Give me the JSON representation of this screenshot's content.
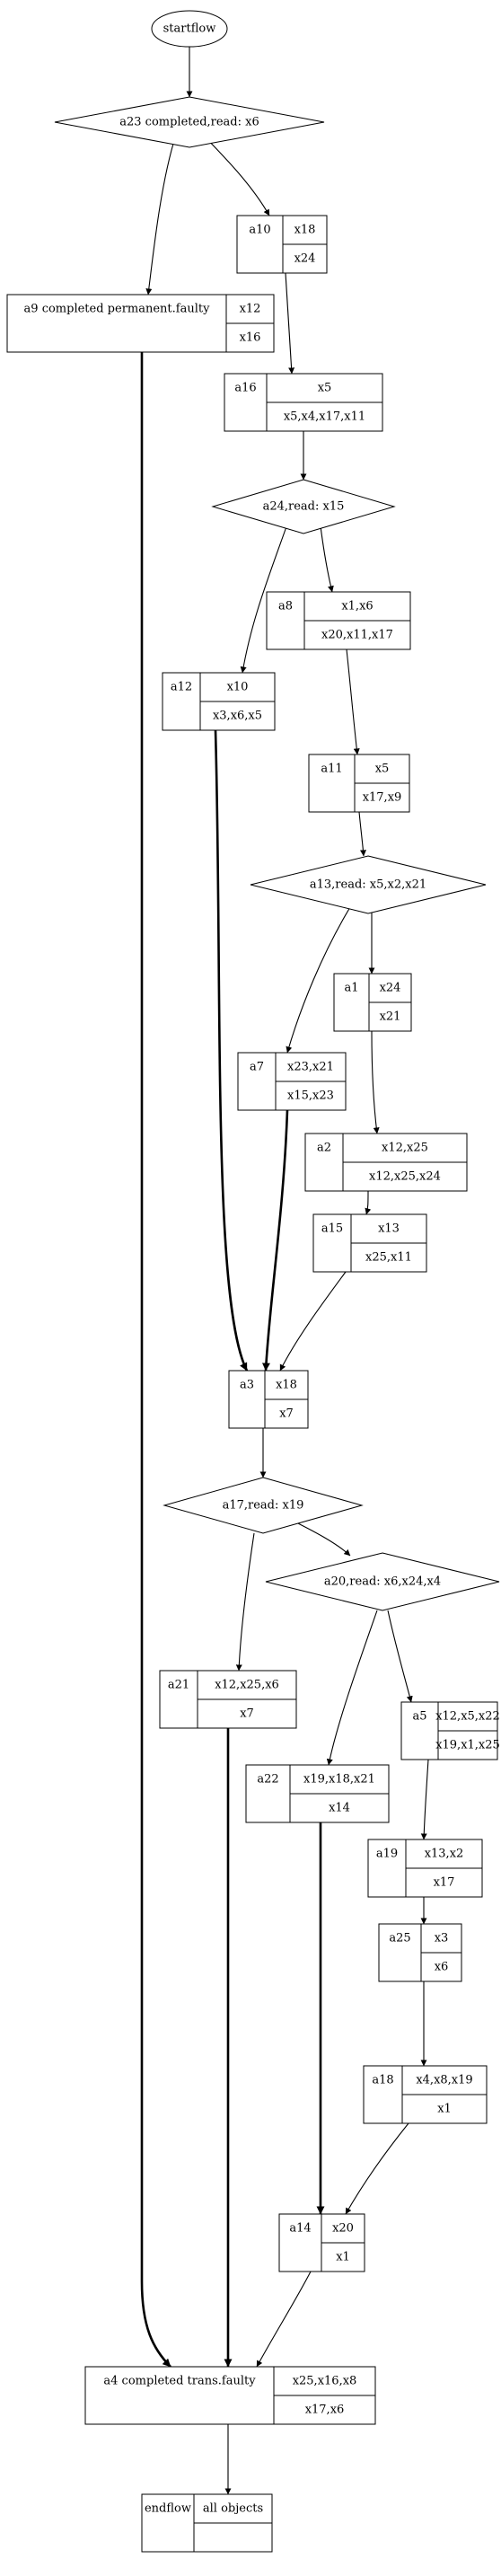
{
  "nodes": {
    "start": {
      "label": "startflow"
    },
    "d1": {
      "label": "a23 completed,read: x6"
    },
    "a10": {
      "name": "a10",
      "top": "x18",
      "bottom": "x24"
    },
    "a9": {
      "name": "a9 completed permanent.faulty",
      "top": "x12",
      "bottom": "x16"
    },
    "a16": {
      "name": "a16",
      "top": "x5",
      "bottom": "x5,x4,x17,x11"
    },
    "d2": {
      "label": "a24,read: x15"
    },
    "a8": {
      "name": "a8",
      "top": "x1,x6",
      "bottom": "x20,x11,x17"
    },
    "a12": {
      "name": "a12",
      "top": "x10",
      "bottom": "x3,x6,x5"
    },
    "a11": {
      "name": "a11",
      "top": "x5",
      "bottom": "x17,x9"
    },
    "d3": {
      "label": "a13,read: x5,x2,x21"
    },
    "a1": {
      "name": "a1",
      "top": "x24",
      "bottom": "x21"
    },
    "a7": {
      "name": "a7",
      "top": "x23,x21",
      "bottom": "x15,x23"
    },
    "a2": {
      "name": "a2",
      "top": "x12,x25",
      "bottom": "x12,x25,x24"
    },
    "a15": {
      "name": "a15",
      "top": "x13",
      "bottom": "x25,x11"
    },
    "a3": {
      "name": "a3",
      "top": "x18",
      "bottom": "x7"
    },
    "d4": {
      "label": "a17,read: x19"
    },
    "d5": {
      "label": "a20,read: x6,x24,x4"
    },
    "a21": {
      "name": "a21",
      "top": "x12,x25,x6",
      "bottom": "x7"
    },
    "a5": {
      "name": "a5",
      "top": "x12,x5,x22",
      "bottom": "x19,x1,x25"
    },
    "a22": {
      "name": "a22",
      "top": "x19,x18,x21",
      "bottom": "x14"
    },
    "a19": {
      "name": "a19",
      "top": "x13,x2",
      "bottom": "x17"
    },
    "a25": {
      "name": "a25",
      "top": "x3",
      "bottom": "x6"
    },
    "a18": {
      "name": "a18",
      "top": "x4,x8,x19",
      "bottom": "x1"
    },
    "a14": {
      "name": "a14",
      "top": "x20",
      "bottom": "x1"
    },
    "a4": {
      "name": "a4 completed trans.faulty",
      "top": "x25,x16,x8",
      "bottom": "x17,x6"
    },
    "end": {
      "name": "endflow",
      "top": "all objects",
      "bottom": ""
    }
  },
  "edges": [
    {
      "from": "start",
      "to": "d1",
      "bold": false
    },
    {
      "from": "d1",
      "to": "a10",
      "bold": false
    },
    {
      "from": "d1",
      "to": "a9",
      "bold": false
    },
    {
      "from": "a10",
      "to": "a16",
      "bold": false
    },
    {
      "from": "a9",
      "to": "a4",
      "bold": true
    },
    {
      "from": "a16",
      "to": "d2",
      "bold": false
    },
    {
      "from": "d2",
      "to": "a8",
      "bold": false
    },
    {
      "from": "d2",
      "to": "a12",
      "bold": false
    },
    {
      "from": "a8",
      "to": "a11",
      "bold": false
    },
    {
      "from": "a11",
      "to": "d3",
      "bold": false
    },
    {
      "from": "d3",
      "to": "a1",
      "bold": false
    },
    {
      "from": "d3",
      "to": "a7",
      "bold": false
    },
    {
      "from": "a1",
      "to": "a2",
      "bold": false
    },
    {
      "from": "a2",
      "to": "a15",
      "bold": false
    },
    {
      "from": "a15",
      "to": "a3",
      "bold": false
    },
    {
      "from": "a7",
      "to": "a3",
      "bold": true
    },
    {
      "from": "a12",
      "to": "a3",
      "bold": true
    },
    {
      "from": "a3",
      "to": "d4",
      "bold": false
    },
    {
      "from": "d4",
      "to": "d5",
      "bold": false
    },
    {
      "from": "d4",
      "to": "a21",
      "bold": false
    },
    {
      "from": "d5",
      "to": "a5",
      "bold": false
    },
    {
      "from": "d5",
      "to": "a22",
      "bold": false
    },
    {
      "from": "a5",
      "to": "a19",
      "bold": false
    },
    {
      "from": "a19",
      "to": "a25",
      "bold": false
    },
    {
      "from": "a25",
      "to": "a18",
      "bold": false
    },
    {
      "from": "a18",
      "to": "a14",
      "bold": false
    },
    {
      "from": "a22",
      "to": "a14",
      "bold": true
    },
    {
      "from": "a21",
      "to": "a4",
      "bold": true
    },
    {
      "from": "a14",
      "to": "a4",
      "bold": false
    },
    {
      "from": "a4",
      "to": "end",
      "bold": false
    }
  ]
}
